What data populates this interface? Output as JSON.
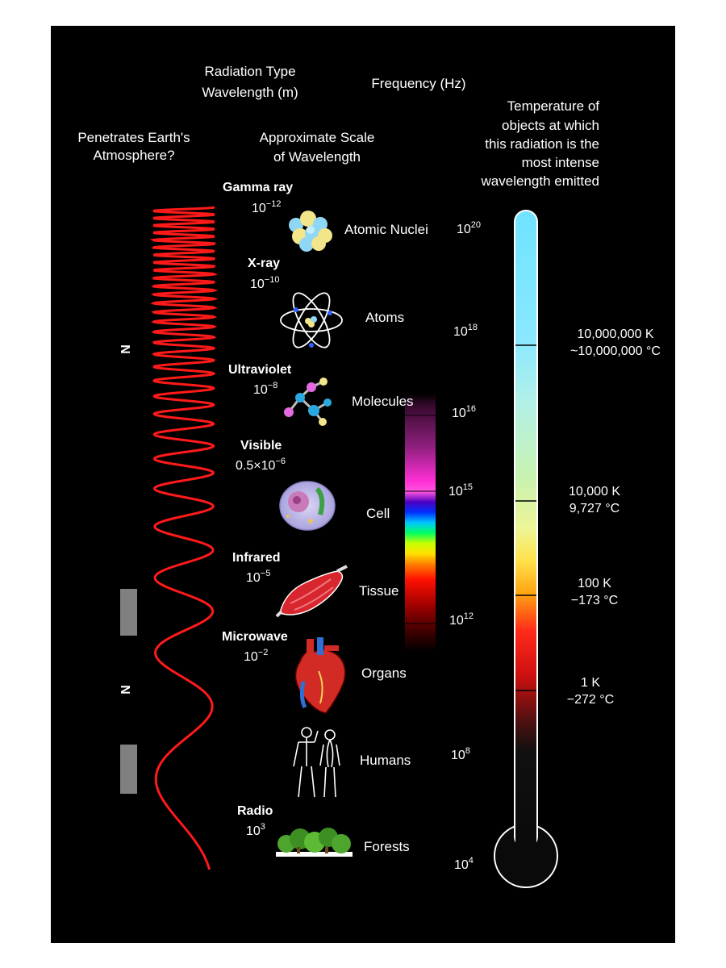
{
  "headers": {
    "radiation_type": "Radiation Type",
    "wavelength": "Wavelength (m)",
    "frequency": "Frequency (Hz)",
    "penetrates_1": "Penetrates Earth's",
    "penetrates_2": "Atmosphere?",
    "scale_1": "Approximate Scale",
    "scale_2": "of Wavelength",
    "temp_1": "Temperature of",
    "temp_2": "objects at which",
    "temp_3": "this radiation is the",
    "temp_4": "most intense",
    "temp_5": "wavelength emitted"
  },
  "atmosphere_markers": {
    "upper": "N",
    "lower": "N"
  },
  "bands": [
    {
      "name": "Gamma ray",
      "base": "10",
      "exp": "−12"
    },
    {
      "name": "X-ray",
      "base": "10",
      "exp": "−10"
    },
    {
      "name": "Ultraviolet",
      "base": "10",
      "exp": "−8"
    },
    {
      "name": "Visible",
      "base": "0.5×10",
      "exp": "−6"
    },
    {
      "name": "Infrared",
      "base": "10",
      "exp": "−5"
    },
    {
      "name": "Microwave",
      "base": "10",
      "exp": "−2"
    },
    {
      "name": "Radio",
      "base": "10",
      "exp": "3"
    }
  ],
  "objects": [
    "Atomic Nuclei",
    "Atoms",
    "Molecules",
    "Cell",
    "Tissue",
    "Organs",
    "Humans",
    "Forests"
  ],
  "frequencies": [
    {
      "base": "10",
      "exp": "20"
    },
    {
      "base": "10",
      "exp": "18"
    },
    {
      "base": "10",
      "exp": "16"
    },
    {
      "base": "10",
      "exp": "15"
    },
    {
      "base": "10",
      "exp": "12"
    },
    {
      "base": "10",
      "exp": "8"
    },
    {
      "base": "10",
      "exp": "4"
    }
  ],
  "temperatures": [
    {
      "kelvin": "10,000,000 K",
      "celsius": "~10,000,000 °C"
    },
    {
      "kelvin": "10,000 K",
      "celsius": "9,727 °C"
    },
    {
      "kelvin": "100 K",
      "celsius": "−173 °C"
    },
    {
      "kelvin": "1 K",
      "celsius": "−272 °C"
    }
  ],
  "colors": {
    "background": "#000000",
    "wave": "#ff1a1a",
    "text": "#ffffff",
    "blocked_marker": "#808080",
    "thermometer_top": "#6fe3ff",
    "thermometer_red": "#ff2a1a"
  }
}
